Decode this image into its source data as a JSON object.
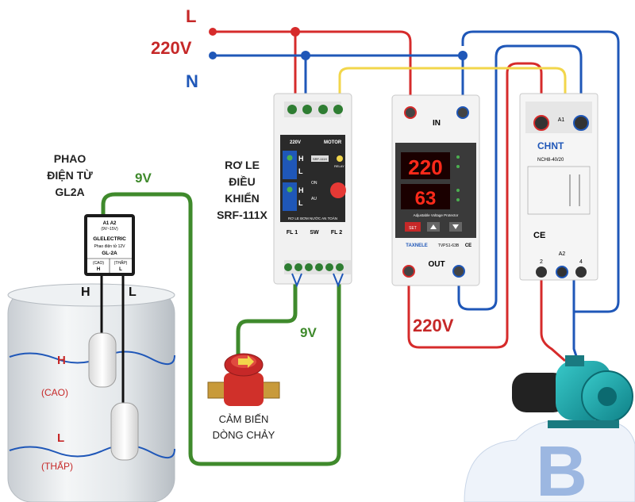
{
  "power": {
    "l_label": "L",
    "voltage_label": "220V",
    "n_label": "N"
  },
  "float_switch": {
    "title_line1": "PHAO",
    "title_line2": "ĐIỆN TỪ",
    "title_line3": "GL2A",
    "box_terminals": "A1 A2",
    "box_voltage": "(9V~15V)",
    "box_brand": "GLELECTRIC",
    "box_desc": "Phao điện tử 12V",
    "box_model": "GL-2A",
    "col_high": "(CAO)",
    "col_low": "(THẤP)",
    "wire_h": "H",
    "wire_l": "L",
    "wire_h_short": "H",
    "wire_l_short": "L"
  },
  "tank": {
    "h_label": "H",
    "h_sub": "(CAO)",
    "l_label": "L",
    "l_sub": "(THẤP)"
  },
  "wires": {
    "float_voltage": "9V",
    "sensor_voltage": "9V",
    "out_voltage": "220V"
  },
  "relay": {
    "side_line1": "RƠ LE",
    "side_line2": "ĐIỀU",
    "side_line3": "KHIỂN",
    "side_line4": "SRF-111X",
    "top_left": "220V",
    "top_right": "MOTOR",
    "model_tag": "SRF-111X",
    "on_label": "ON",
    "au_label": "AU",
    "relay_label": "RELAY",
    "bottom_text": "RƠ LE BƠM NƯỚC AN TOÀN",
    "fl1": "FL 1",
    "sw": "SW",
    "fl2": "FL 2",
    "h_icon": "H",
    "l_icon": "L",
    "h_icon2": "H",
    "l_icon2": "L"
  },
  "protector": {
    "in_label": "IN",
    "out_label": "OUT",
    "display_top": "220",
    "display_bottom": "63",
    "caption": "Adjustable Voltage Protector",
    "brand": "TAXNELE",
    "model": "TVPS1-63B",
    "set_label": "SET",
    "ce": "CE"
  },
  "contactor": {
    "brand": "CHNT",
    "model": "NCH8-40/20",
    "a1": "A1",
    "a2": "A2",
    "num2": "2",
    "num4": "4",
    "ce": "CE"
  },
  "flow_sensor": {
    "line1": "CẢM BIẾN",
    "line2": "DÒNG CHẢY"
  },
  "colors": {
    "live": "#d62b2b",
    "neutral": "#1f57b8",
    "control": "#3f8a2c",
    "yellow": "#f2d64b",
    "label_red": "#c62828",
    "label_blue": "#1f57b8"
  }
}
